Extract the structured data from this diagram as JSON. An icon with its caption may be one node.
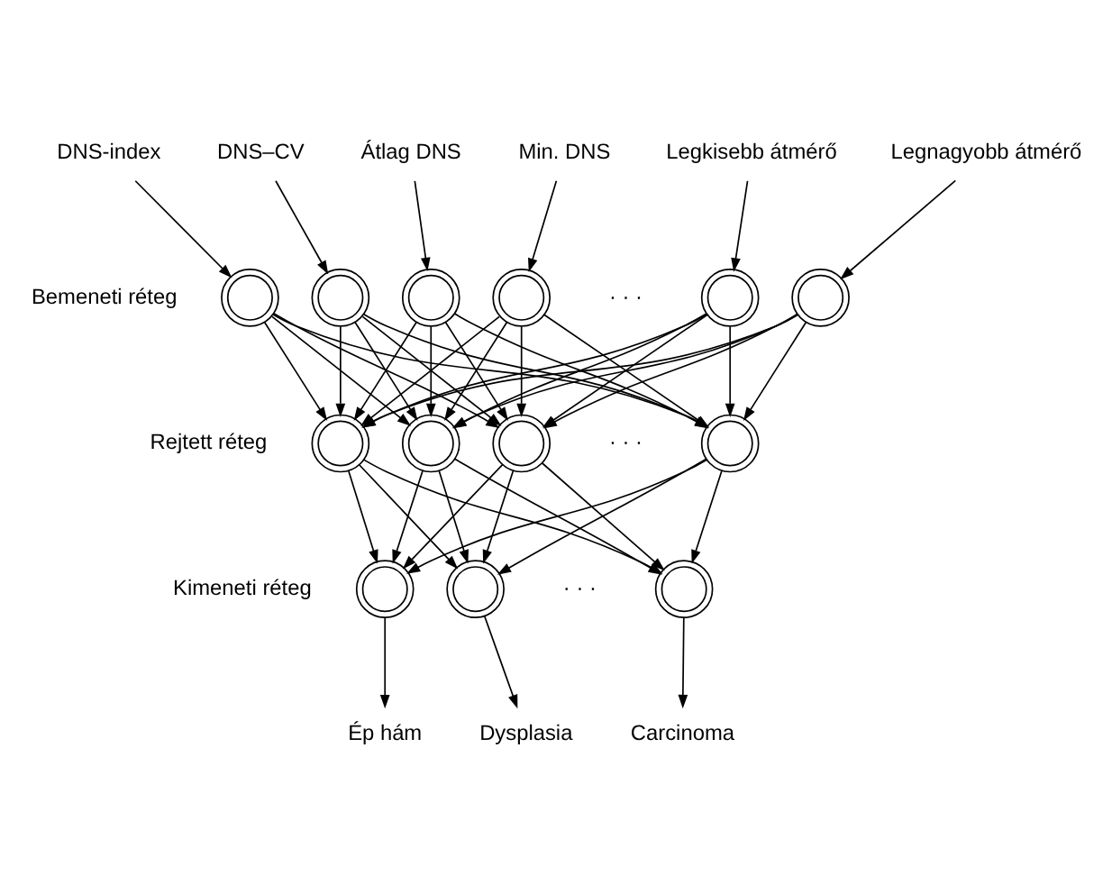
{
  "diagram": {
    "nodes": [
      {
        "text": [
          "Ép hám"
        ]
      },
      {
        "text": [
          "Dysplasia"
        ]
      },
      {
        "text": [
          "Carcinoma"
        ]
      },
      {
        "text": [],
        "shape": "circle"
      },
      {
        "text": [],
        "shape": "circle"
      },
      {
        "text": [],
        "shape": "circle"
      },
      {
        "text": [],
        "shape": "circle"
      },
      {
        "text": [],
        "shape": "circle"
      },
      {
        "text": [],
        "shape": "circle"
      },
      {
        "text": [],
        "shape": "circle"
      },
      {
        "text": [],
        "shape": "circle"
      },
      {
        "text": [],
        "shape": "circle"
      },
      {
        "text": [],
        "shape": "circle"
      },
      {
        "text": [],
        "shape": "circle"
      },
      {
        "text": [],
        "shape": "circle"
      },
      {
        "text": [],
        "shape": "circle"
      },
      {
        "text": [
          "DNS-index"
        ]
      },
      {
        "text": [
          "DNS–CV"
        ]
      },
      {
        "text": [
          "Átlag DNS"
        ]
      },
      {
        "text": [
          "Min. DNS"
        ]
      },
      {
        "text": [
          "Legkisebb átmérő"
        ]
      },
      {
        "text": [
          "Legnagyobb átmérő"
        ]
      }
    ],
    "edges": [
      {
        "from": 3,
        "to": 0,
        "arrow": "to"
      },
      {
        "from": 4,
        "to": 1,
        "arrow": "to"
      },
      {
        "from": 5,
        "to": 2,
        "arrow": "to"
      },
      {
        "from": 6,
        "to": 3,
        "arrow": "to"
      },
      {
        "from": 6,
        "to": 4,
        "arrow": "to"
      },
      {
        "from": 6,
        "to": 5,
        "arrow": "to"
      },
      {
        "from": 7,
        "to": 3,
        "arrow": "to"
      },
      {
        "from": 7,
        "to": 4,
        "arrow": "to"
      },
      {
        "from": 7,
        "to": 5,
        "arrow": "to"
      },
      {
        "from": 8,
        "to": 3,
        "arrow": "to"
      },
      {
        "from": 8,
        "to": 4,
        "arrow": "to"
      },
      {
        "from": 8,
        "to": 5,
        "arrow": "to"
      },
      {
        "from": 9,
        "to": 3,
        "arrow": "to"
      },
      {
        "from": 9,
        "to": 4,
        "arrow": "to"
      },
      {
        "from": 9,
        "to": 5,
        "arrow": "to"
      },
      {
        "from": 10,
        "to": 6,
        "arrow": "to"
      },
      {
        "from": 10,
        "to": 7,
        "arrow": "to"
      },
      {
        "from": 10,
        "to": 8,
        "arrow": "to"
      },
      {
        "from": 10,
        "to": 9,
        "arrow": "to"
      },
      {
        "from": 11,
        "to": 6,
        "arrow": "to"
      },
      {
        "from": 11,
        "to": 7,
        "arrow": "to"
      },
      {
        "from": 11,
        "to": 8,
        "arrow": "to"
      },
      {
        "from": 11,
        "to": 9,
        "arrow": "to"
      },
      {
        "from": 12,
        "to": 6,
        "arrow": "to"
      },
      {
        "from": 12,
        "to": 7,
        "arrow": "to"
      },
      {
        "from": 12,
        "to": 8,
        "arrow": "to"
      },
      {
        "from": 12,
        "to": 9,
        "arrow": "to"
      },
      {
        "from": 13,
        "to": 6,
        "arrow": "to"
      },
      {
        "from": 13,
        "to": 7,
        "arrow": "to"
      },
      {
        "from": 13,
        "to": 8,
        "arrow": "to"
      },
      {
        "from": 13,
        "to": 9,
        "arrow": "to"
      },
      {
        "from": 14,
        "to": 6,
        "arrow": "to"
      },
      {
        "from": 14,
        "to": 7,
        "arrow": "to"
      },
      {
        "from": 14,
        "to": 8,
        "arrow": "to"
      },
      {
        "from": 14,
        "to": 9,
        "arrow": "to"
      },
      {
        "from": 15,
        "to": 6,
        "arrow": "to"
      },
      {
        "from": 15,
        "to": 7,
        "arrow": "to"
      },
      {
        "from": 15,
        "to": 8,
        "arrow": "to"
      },
      {
        "from": 15,
        "to": 9,
        "arrow": "to"
      },
      {
        "from": 16,
        "to": 10,
        "arrow": "to"
      },
      {
        "from": 17,
        "to": 11,
        "arrow": "to"
      },
      {
        "from": 18,
        "to": 12,
        "arrow": "to"
      },
      {
        "from": 19,
        "to": 13,
        "arrow": "to"
      },
      {
        "from": 20,
        "to": 14,
        "arrow": "to"
      },
      {
        "from": 21,
        "to": 15,
        "arrow": "to"
      }
    ],
    "labels": [
      "Kimeneti réteg",
      "· · ·",
      "Rejtett réteg",
      "· · ·",
      "Bemeneti réteg",
      "· · ·"
    ]
  }
}
